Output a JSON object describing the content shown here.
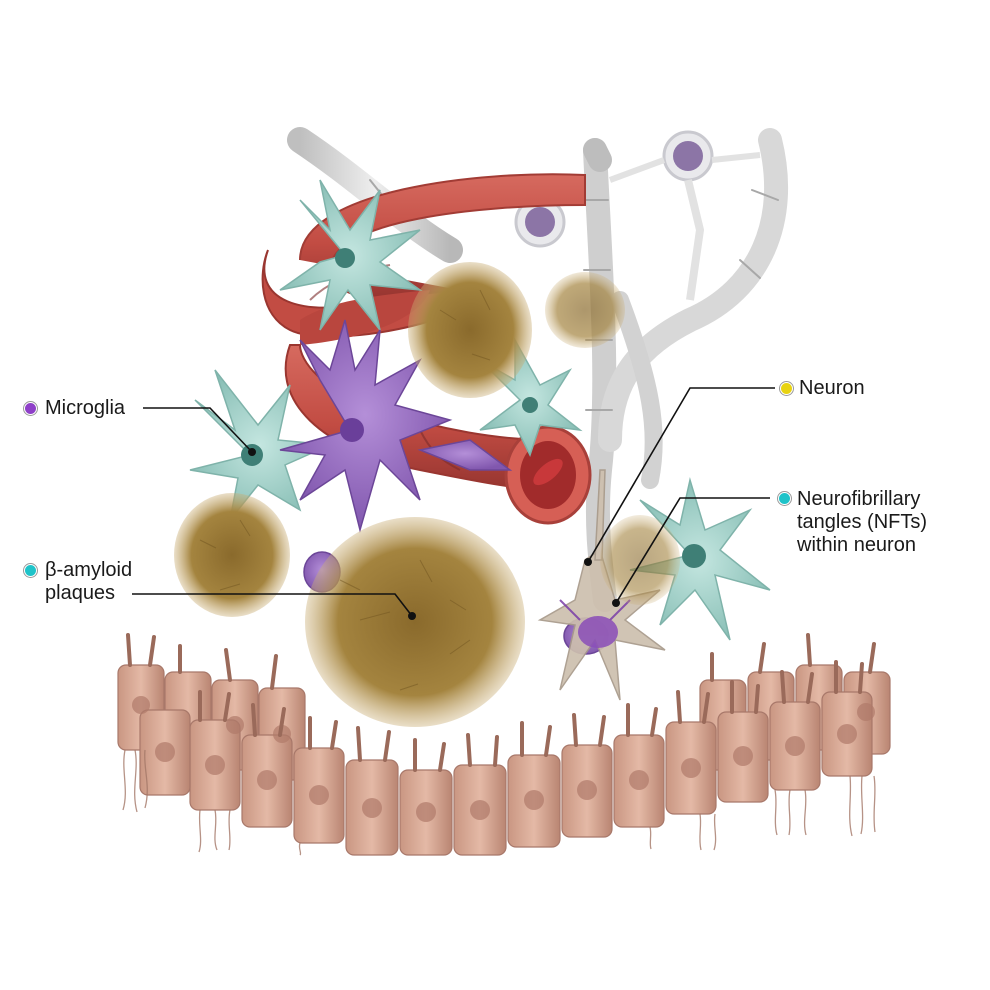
{
  "labels": {
    "microglia": {
      "text": "Microglia",
      "dot_color": "#8e3fc8"
    },
    "neuron": {
      "text": "Neuron",
      "dot_color": "#e8d312"
    },
    "nft": {
      "text": "Neurofibrillary\ntangles (NFTs)\nwithin neuron",
      "dot_color": "#1fc3c9"
    },
    "amyloid": {
      "text": "β-amyloid\nplaques",
      "dot_color": "#1fc3c9"
    }
  },
  "colors": {
    "blood_vessel": "#c95249",
    "blood_vessel_dark": "#8f2d2a",
    "microglia": "#9a6fc4",
    "astrocyte": "#a9d6cf",
    "neuron": "#cdbfae",
    "plaque": "#9d7d3a",
    "cells_floor": "#d9ac98",
    "myelin": "#d6d6d6"
  }
}
